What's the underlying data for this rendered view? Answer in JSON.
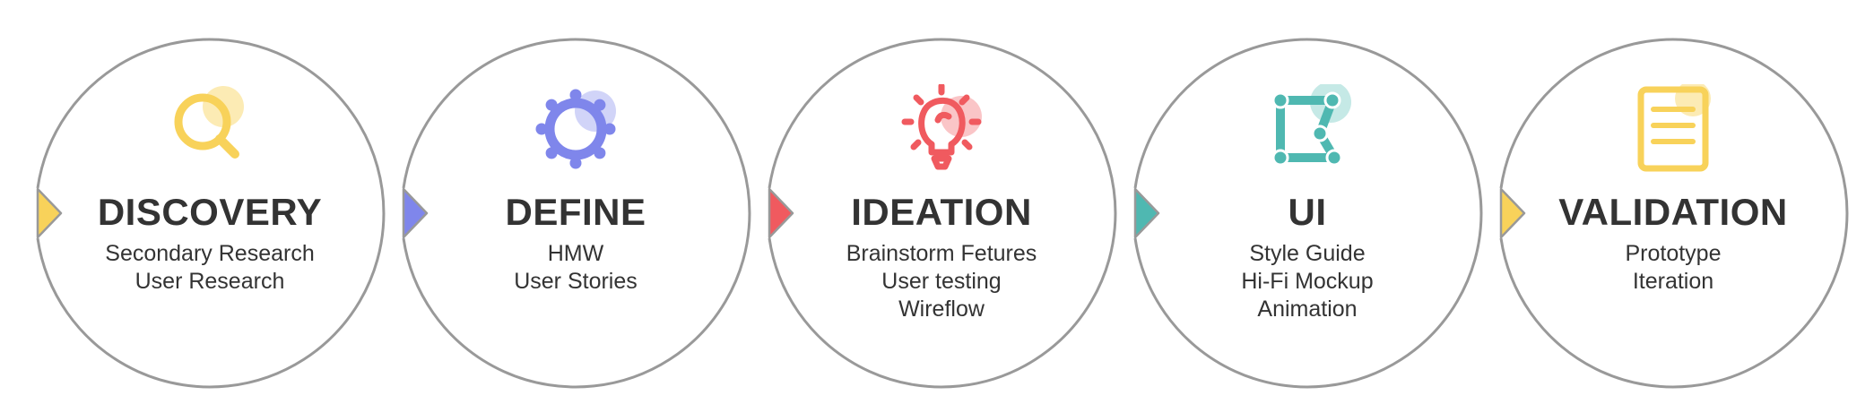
{
  "stages": [
    {
      "title": "DISCOVERY",
      "items": [
        "Secondary Research",
        "User Research"
      ],
      "icon": "magnifier-icon",
      "color": "#F8D25A",
      "halo": "#FCEBB4"
    },
    {
      "title": "DEFINE",
      "items": [
        "HMW",
        "User Stories"
      ],
      "icon": "gear-icon",
      "color": "#7F86EB",
      "halo": "#D1D4F8"
    },
    {
      "title": "IDEATION",
      "items": [
        "Brainstorm Fetures",
        "User testing",
        "Wireflow"
      ],
      "icon": "lightbulb-icon",
      "color": "#F05A5F",
      "halo": "#FAC5C7"
    },
    {
      "title": "UI",
      "items": [
        "Style Guide",
        "Hi-Fi Mockup",
        "Animation"
      ],
      "icon": "vector-path-icon",
      "color": "#4FB8B1",
      "halo": "#C5E9E6"
    },
    {
      "title": "VALIDATION",
      "items": [
        "Prototype",
        "Iteration"
      ],
      "icon": "document-icon",
      "color": "#F8D25A",
      "halo": "#FCEBB4"
    }
  ],
  "ring_color": "#999999"
}
